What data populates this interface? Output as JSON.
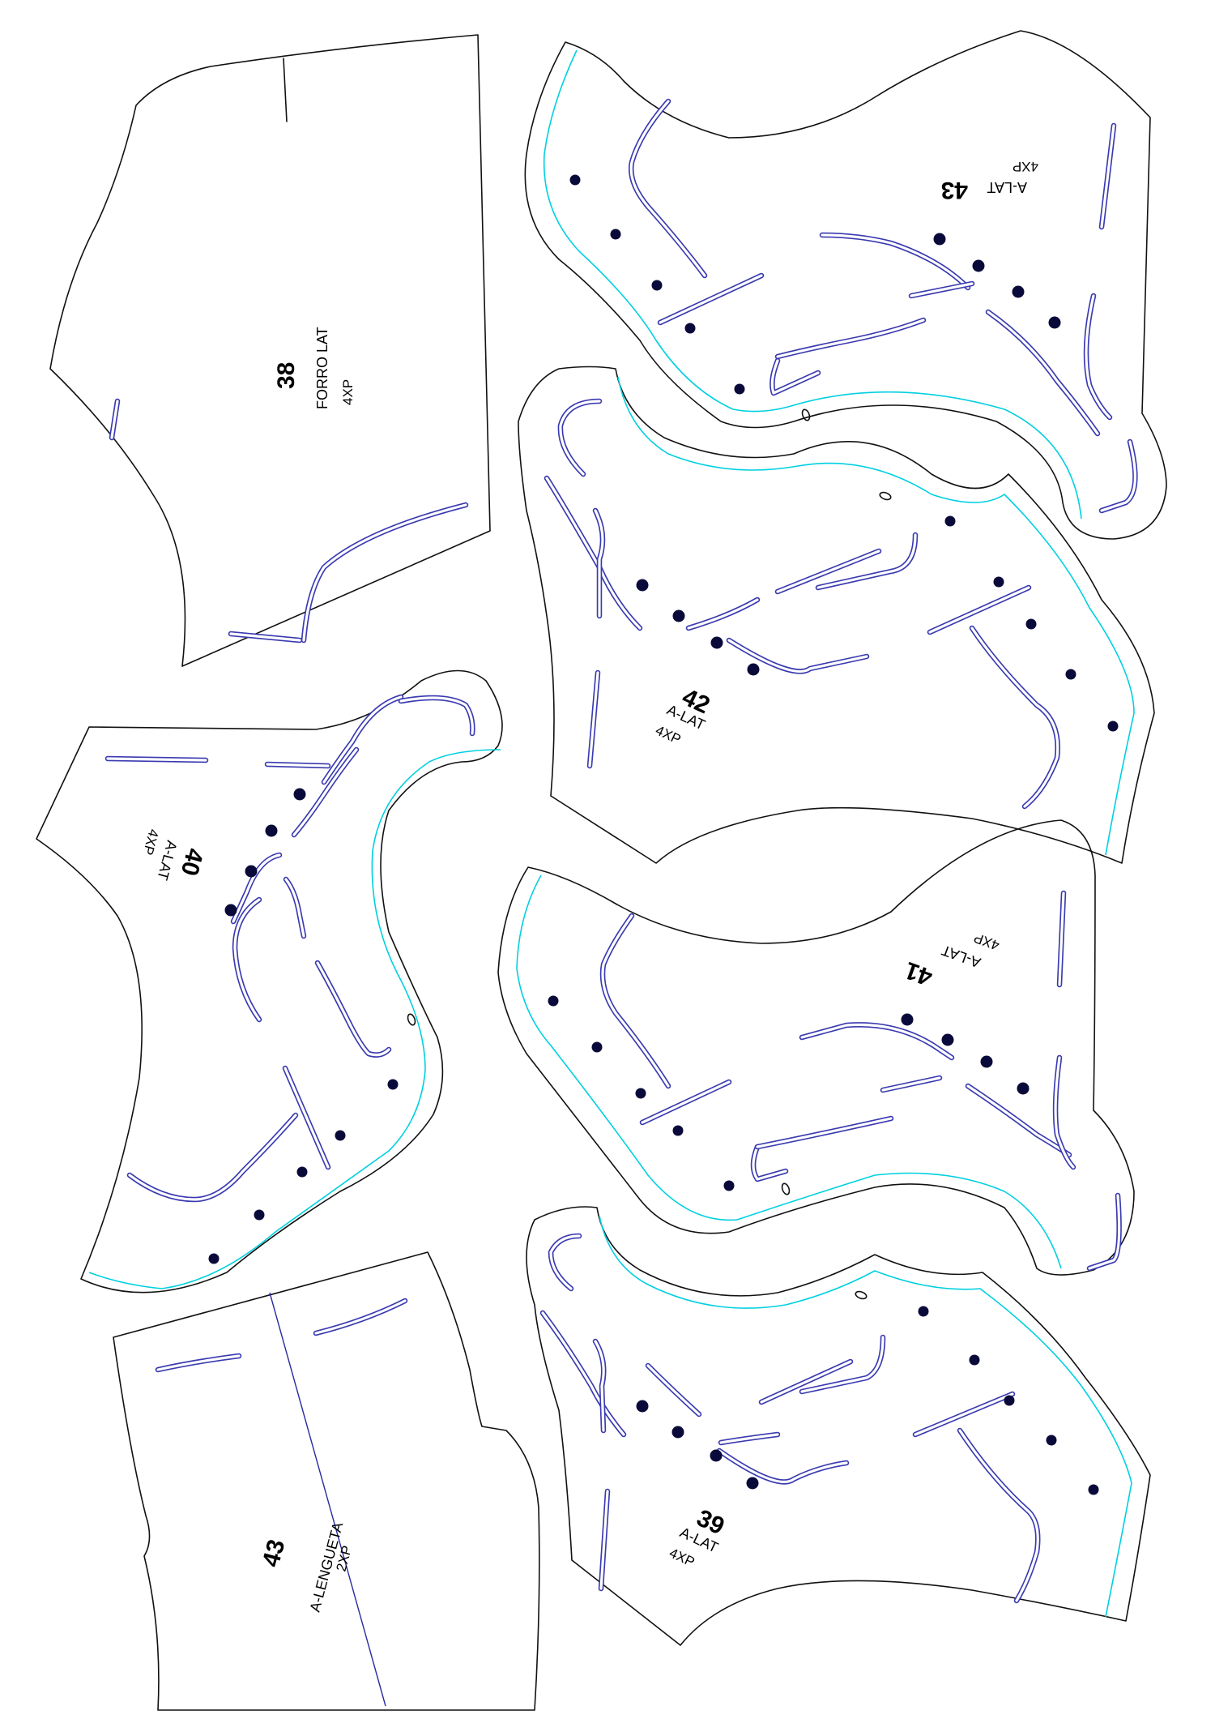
{
  "pieces": [
    {
      "id": "forro-lat-38",
      "size": "38",
      "name": "FORRO LAT",
      "qty": "4XP"
    },
    {
      "id": "a-lat-43",
      "size": "43",
      "name": "A-LAT",
      "qty": "4XP"
    },
    {
      "id": "a-lat-42",
      "size": "42",
      "name": "A-LAT",
      "qty": "4XP"
    },
    {
      "id": "a-lat-40",
      "size": "40",
      "name": "A-LAT",
      "qty": "4XP"
    },
    {
      "id": "a-lat-41",
      "size": "41",
      "name": "A-LAT",
      "qty": "4XP"
    },
    {
      "id": "a-lat-39",
      "size": "39",
      "name": "A-LAT",
      "qty": "4XP"
    },
    {
      "id": "a-lengueta-43",
      "size": "43",
      "name": "A-LENGUETA",
      "qty": "2XP"
    }
  ],
  "colors": {
    "outline": "#111111",
    "seam_allowance": "#00d0e0",
    "stitch_slots": "#3a3ab0",
    "punch_dots": "#0a0a3a",
    "grain_line": "#2a2aa0"
  }
}
